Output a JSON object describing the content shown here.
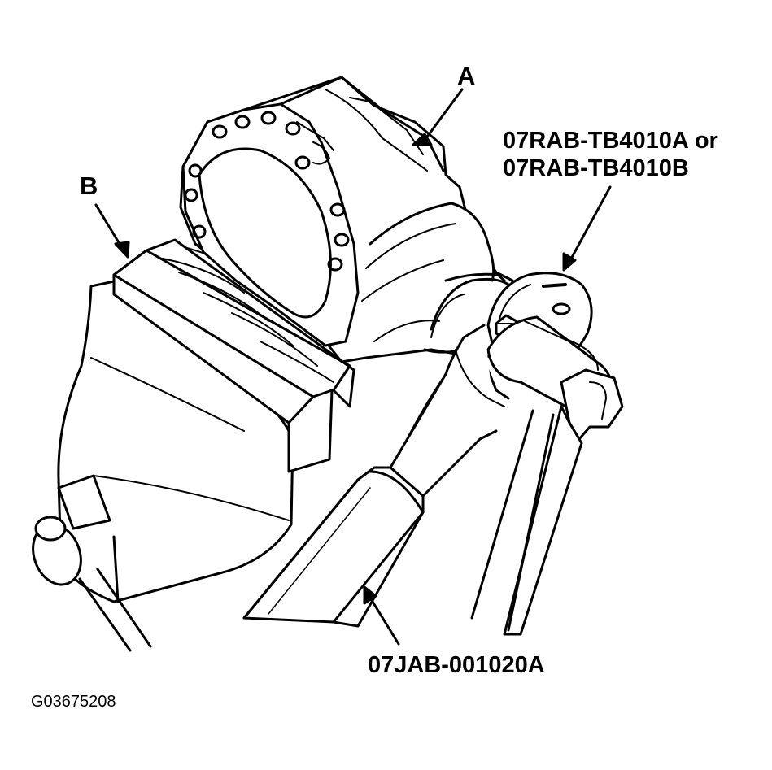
{
  "callouts": {
    "a": "A",
    "b": "B",
    "tool_holder_line1": "07RAB-TB4010A or",
    "tool_holder_line2": "07RAB-TB4010B",
    "wrench": "07JAB-001020A"
  },
  "figure_code": "G03675208"
}
